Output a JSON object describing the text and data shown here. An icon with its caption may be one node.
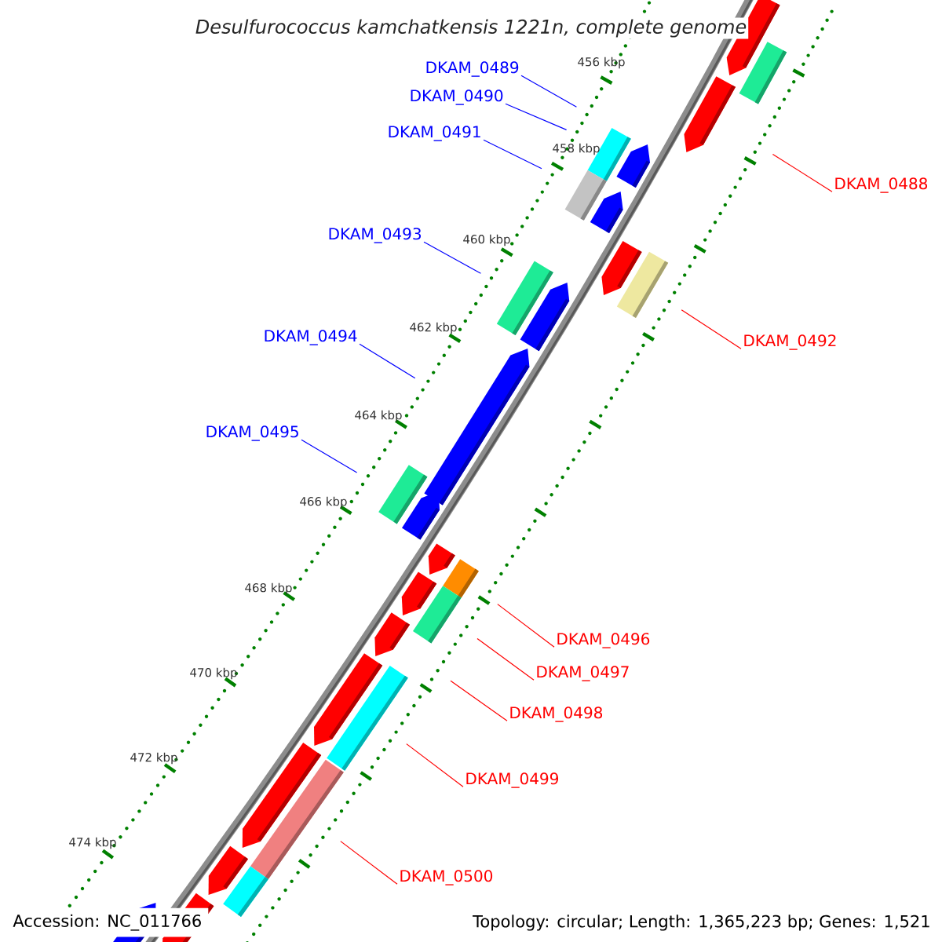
{
  "diagram": {
    "title": "Desulfurococcus kamchatkensis 1221n, complete genome",
    "nodes": [
      {
        "text": [
          "DKAM_0489"
        ]
      },
      {
        "text": [
          "DKAM_0490"
        ]
      },
      {
        "text": [
          "DKAM_0491"
        ]
      },
      {
        "text": [
          "DKAM_0488"
        ]
      },
      {
        "text": [
          "DKAM_0493"
        ]
      },
      {
        "text": [
          "DKAM_0494"
        ]
      },
      {
        "text": [
          "DKAM_0492"
        ]
      },
      {
        "text": [
          "DKAM_0495"
        ]
      },
      {
        "text": [
          "DKAM_0496"
        ]
      },
      {
        "text": [
          "DKAM_0497"
        ]
      },
      {
        "text": [
          "DKAM_0498"
        ]
      },
      {
        "text": [
          "DKAM_0499"
        ]
      },
      {
        "text": [
          "DKAM_0500"
        ]
      }
    ],
    "edges": [
      {
        "from": 0,
        "to": null,
        "arrow": "none",
        "color": "#0000ff"
      },
      {
        "from": 1,
        "to": null,
        "arrow": "none",
        "color": "#0000ff"
      },
      {
        "from": 2,
        "to": null,
        "arrow": "none",
        "color": "#0000ff"
      },
      {
        "from": 3,
        "to": null,
        "arrow": "none"
      },
      {
        "from": 4,
        "to": null,
        "arrow": "none",
        "color": "#0000ff"
      },
      {
        "from": 5,
        "to": null,
        "arrow": "none",
        "color": "#0000ff"
      },
      {
        "from": 6,
        "to": null,
        "arrow": "none"
      },
      {
        "from": 7,
        "to": null,
        "arrow": "none",
        "color": "#0000ff"
      },
      {
        "from": 8,
        "to": null,
        "arrow": "none"
      },
      {
        "from": 9,
        "to": null,
        "arrow": "none"
      },
      {
        "from": 10,
        "to": null,
        "arrow": "none"
      },
      {
        "from": 11,
        "to": null,
        "arrow": "none"
      },
      {
        "from": 12,
        "to": null,
        "arrow": "none"
      }
    ],
    "labels": [
      "456 kbp",
      "458 kbp",
      "460 kbp",
      "462 kbp",
      "464 kbp",
      "466 kbp",
      "468 kbp",
      "470 kbp",
      "472 kbp",
      "474 kbp",
      "Accession: NC_011766",
      "Topology: circular; Length: 1,365,223 bp; Genes: 1,521"
    ]
  }
}
